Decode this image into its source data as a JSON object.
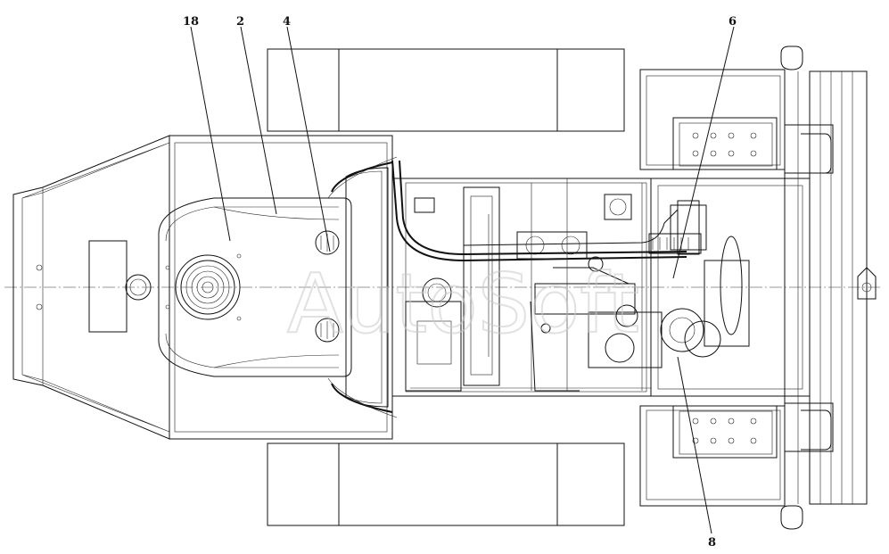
{
  "diagram": {
    "callouts": [
      {
        "id": "c18",
        "text": "18"
      },
      {
        "id": "c2",
        "text": "2"
      },
      {
        "id": "c4",
        "text": "4"
      },
      {
        "id": "c6",
        "text": "6"
      },
      {
        "id": "c8",
        "text": "8"
      }
    ],
    "watermark": "AutoSoft"
  }
}
